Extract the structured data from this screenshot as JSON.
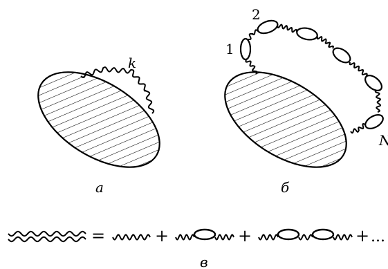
{
  "figure": {
    "panel_a": {
      "caption": "а",
      "photon_label": "k"
    },
    "panel_b": {
      "caption": "б",
      "loop_labels": [
        "1",
        "2",
        "N"
      ]
    },
    "panel_c": {
      "caption": "в",
      "equals": "=",
      "plus": "+",
      "ellipsis": "..."
    }
  }
}
